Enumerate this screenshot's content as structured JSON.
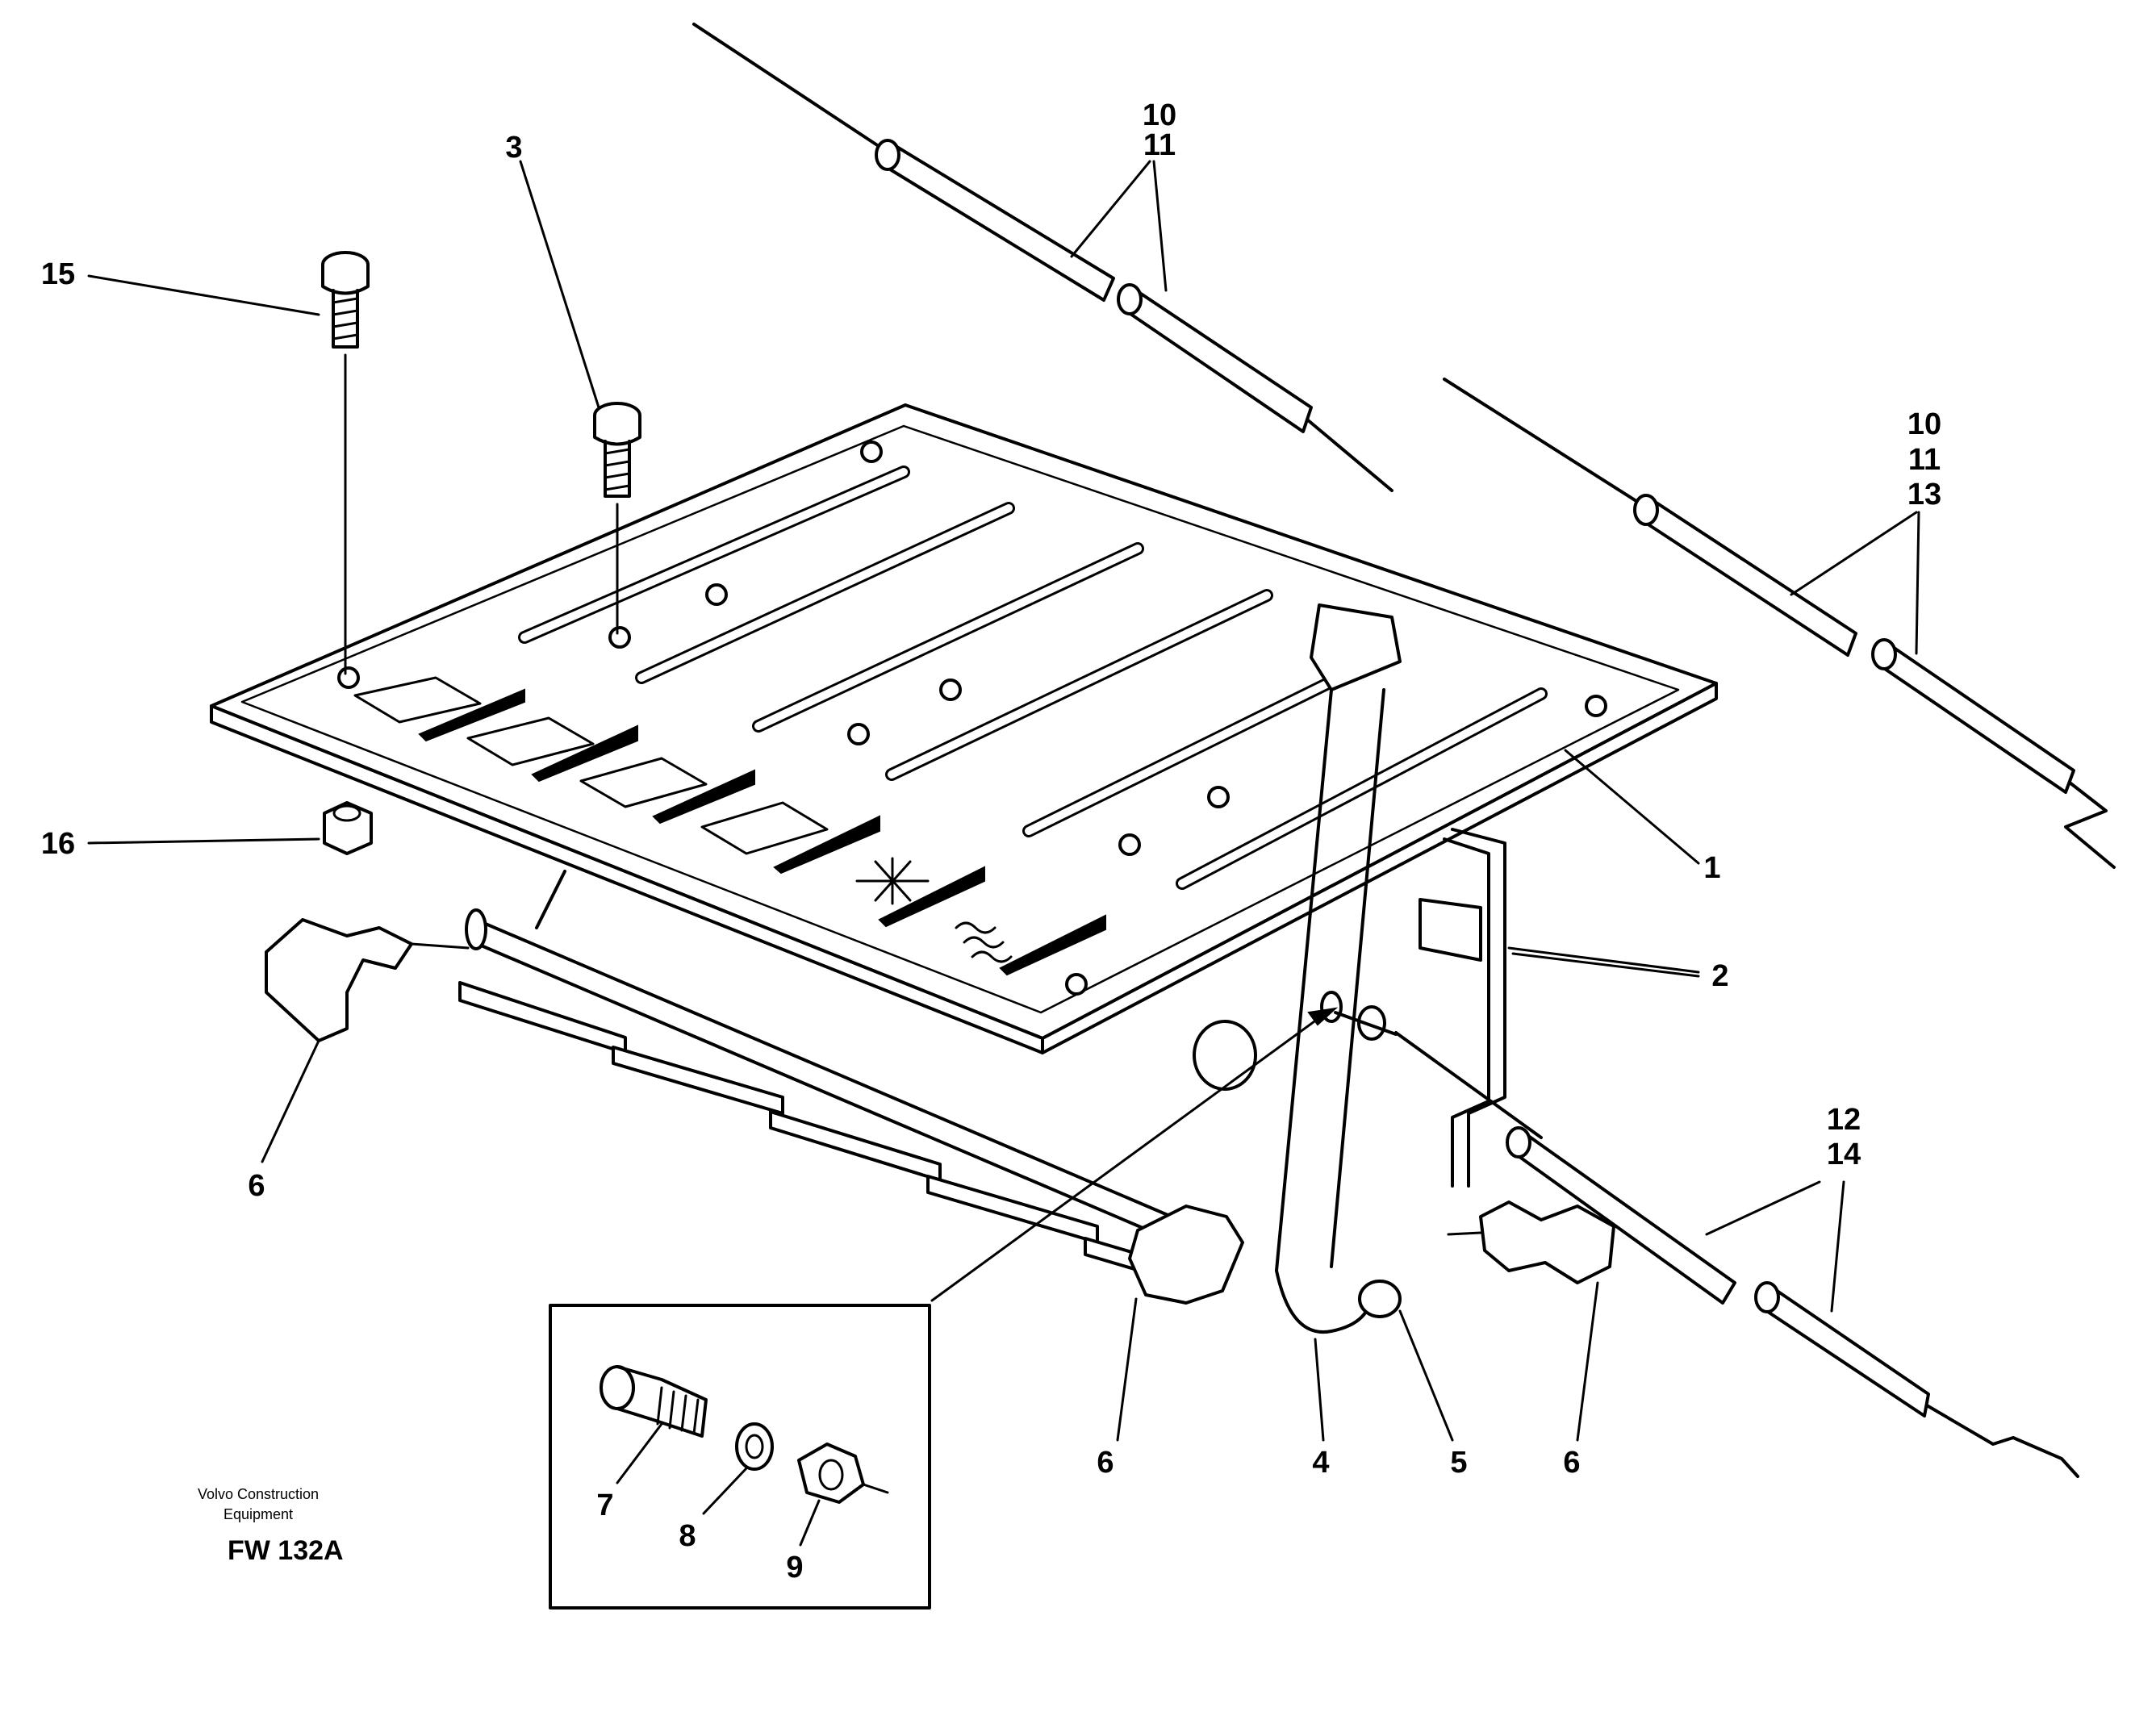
{
  "callouts": {
    "c1": "1",
    "c2": "2",
    "c3": "3",
    "c4": "4",
    "c5": "5",
    "c6a": "6",
    "c6b": "6",
    "c6c": "6",
    "c7": "7",
    "c8": "8",
    "c9": "9",
    "c10a": "10",
    "c11a": "11",
    "c10b": "10",
    "c11b": "11",
    "c13": "13",
    "c12": "12",
    "c14": "14",
    "c15": "15",
    "c16": "16"
  },
  "footer": {
    "company_line1": "Volvo Construction",
    "company_line2": "Equipment",
    "figure_code": "FW 132A"
  }
}
